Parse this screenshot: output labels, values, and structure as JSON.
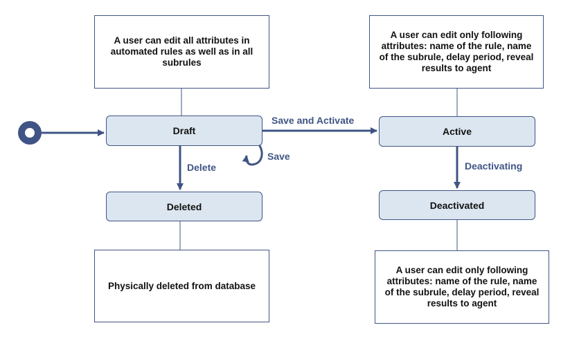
{
  "colors": {
    "accent": "#3f5484",
    "state_fill": "#dce6f0",
    "text": "#111111"
  },
  "states": {
    "draft": "Draft",
    "active": "Active",
    "deleted": "Deleted",
    "deactivated": "Deactivated"
  },
  "notes": {
    "draft": "A user can edit all attributes in automated rules as well as in all subrules",
    "active": "A user can edit only following attributes: name of the rule, name of the subrule, delay period, reveal results to agent",
    "deleted": "Physically deleted from database",
    "deactivated": "A user can edit only following attributes: name of the rule, name of the subrule, delay period, reveal results to agent"
  },
  "transitions": {
    "save_and_activate": "Save and Activate",
    "save": "Save",
    "delete": "Delete",
    "deactivating": "Deactivating"
  }
}
